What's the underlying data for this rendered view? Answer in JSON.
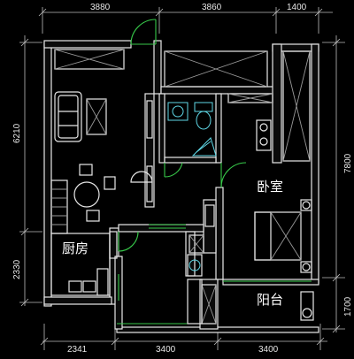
{
  "dimensions": {
    "top": [
      "3880",
      "3860",
      "1400"
    ],
    "bottom": [
      "2341",
      "3400",
      "3400"
    ],
    "left": [
      "6210",
      "2330"
    ],
    "right": [
      "7800",
      "1700"
    ]
  },
  "rooms": {
    "bedroom": "卧室",
    "kitchen": "厨房",
    "balcony": "阳台"
  },
  "colors": {
    "background": "#000000",
    "walls": "#e8e8e8",
    "doors": "#37c94a",
    "fixtures": "#5fd7e6",
    "dimension_lines": "#bdbdbd"
  }
}
